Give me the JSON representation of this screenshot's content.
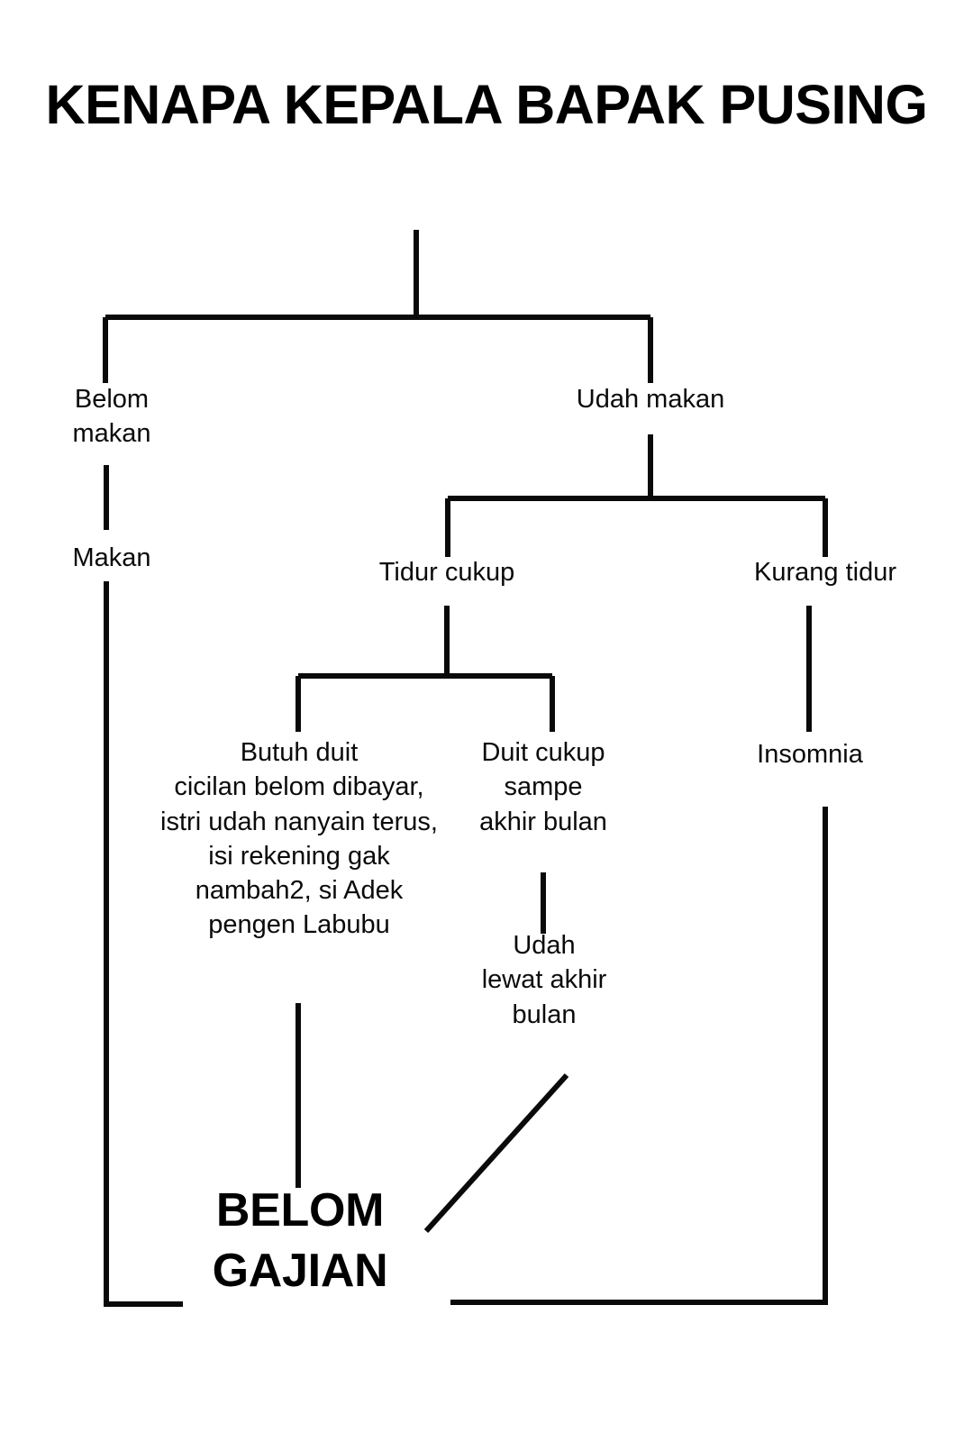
{
  "diagram": {
    "title": "KENAPA KEPALA\nBAPAK PUSING",
    "colors": {
      "background": "#ffffff",
      "ink": "#000000",
      "line": "#0a0a0a"
    },
    "nodes": {
      "root": "KENAPA KEPALA BAPAK PUSING",
      "belom_makan": "Belom\nmakan",
      "makan": "Makan",
      "udah_makan": "Udah makan",
      "tidur_cukup": "Tidur cukup",
      "kurang_tidur": "Kurang tidur",
      "butuh_duit": "Butuh duit\ncicilan belom dibayar,\nistri udah nanyain terus,\nisi rekening gak\nnambah2, si Adek\npengen Labubu",
      "duit_cukup": "Duit cukup\nsampe\nakhir bulan",
      "insomnia": "Insomnia",
      "udah_lewat": "Udah\nlewat akhir\nbulan",
      "belom_gajian": "BELOM\nGAJIAN"
    },
    "edges": [
      {
        "from": "root",
        "to": "split-1"
      },
      {
        "from": "split-1",
        "to": "belom_makan"
      },
      {
        "from": "split-1",
        "to": "udah_makan"
      },
      {
        "from": "belom_makan",
        "to": "makan"
      },
      {
        "from": "udah_makan",
        "to": "tidur_cukup"
      },
      {
        "from": "udah_makan",
        "to": "kurang_tidur"
      },
      {
        "from": "tidur_cukup",
        "to": "butuh_duit"
      },
      {
        "from": "tidur_cukup",
        "to": "duit_cukup"
      },
      {
        "from": "kurang_tidur",
        "to": "insomnia"
      },
      {
        "from": "duit_cukup",
        "to": "udah_lewat"
      },
      {
        "from": "makan",
        "to": "belom_gajian"
      },
      {
        "from": "butuh_duit",
        "to": "belom_gajian"
      },
      {
        "from": "udah_lewat",
        "to": "belom_gajian"
      },
      {
        "from": "insomnia",
        "to": "belom_gajian"
      }
    ]
  }
}
